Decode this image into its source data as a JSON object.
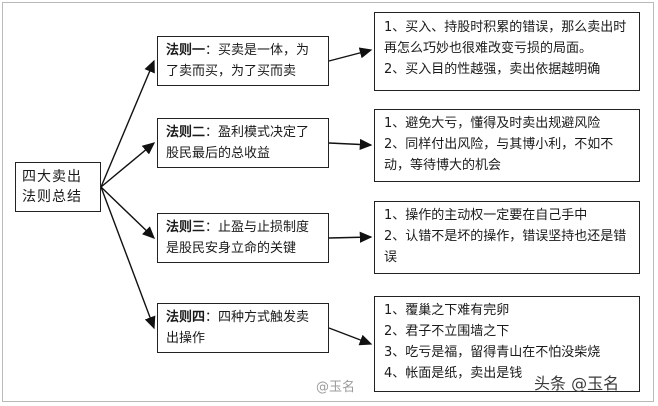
{
  "root": {
    "label": "四大卖出法则总结"
  },
  "rules": [
    {
      "prefix": "法则一",
      "text": "：买卖是一体，为了卖而买，为了买而卖"
    },
    {
      "prefix": "法则二",
      "text": "：盈利模式决定了股民最后的总收益"
    },
    {
      "prefix": "法则三",
      "text": "：止盈与止损制度是股民安身立命的关键"
    },
    {
      "prefix": "法则四",
      "text": "：四种方式触发卖出操作"
    }
  ],
  "details": [
    [
      "1、买入、持股时积累的错误，那么卖出时再怎么巧妙也很难改变亏损的局面。",
      "2、买入目的性越强，卖出依据越明确"
    ],
    [
      "1、避免大亏，懂得及时卖出规避风险",
      "2、同样付出风险，与其博小利，不如不动，等待博大的机会"
    ],
    [
      "1、操作的主动权一定要在自己手中",
      "2、认错不是坏的操作，错误坚持也还是错误"
    ],
    [
      "1、覆巢之下难有完卵",
      "2、君子不立围墙之下",
      "3、吃亏是福，留得青山在不怕没柴烧",
      "4、帐面是纸，卖出是钱"
    ]
  ],
  "watermark": {
    "weibo": "@玉名",
    "toutiao": "头条 @玉名"
  }
}
